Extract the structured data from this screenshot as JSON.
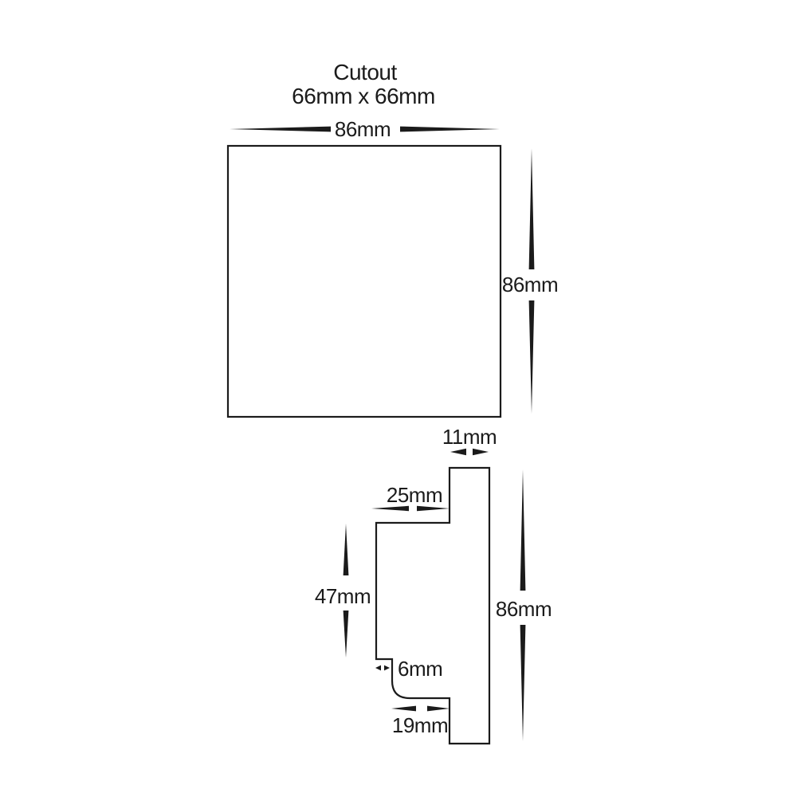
{
  "title": {
    "line1": "Cutout",
    "line2": "66mm x 66mm"
  },
  "front_view": {
    "description": "square faceplate front view",
    "width_label": "86mm",
    "height_label": "86mm"
  },
  "side_view": {
    "description": "side profile view of fixture body",
    "top_depth_label": "11mm",
    "upper_inset_label": "25mm",
    "body_height_label": "47mm",
    "overall_height_label": "86mm",
    "step_label": "6mm",
    "lower_inset_label": "19mm"
  },
  "colors": {
    "ink": "#1b1b1b",
    "background": "#ffffff"
  }
}
